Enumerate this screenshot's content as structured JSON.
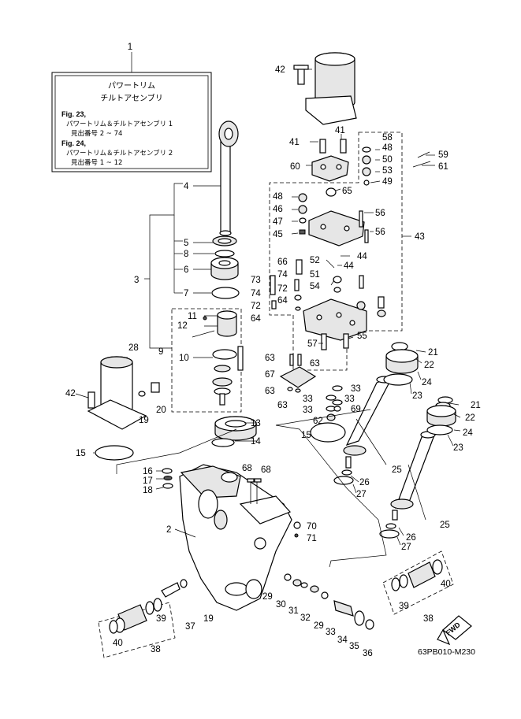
{
  "info_box": {
    "callout": "1",
    "title_line1": "パワートリム",
    "title_line2": "チルトアセンブリ",
    "fig1_ref": "Fig. 23,",
    "fig1_name": "パワートリム＆チルトアセンブリ 1",
    "fig1_range": "見出番号 2 ~ 74",
    "fig2_ref": "Fig. 24,",
    "fig2_name": "パワートリム＆チルトアセンブリ 2",
    "fig2_range": "見出番号 1 ~ 12"
  },
  "direction_badge": "FWD",
  "diagram_code": "63PB010-M230",
  "callouts": {
    "c2": "2",
    "c3": "3",
    "c4": "4",
    "c5": "5",
    "c6": "6",
    "c7": "7",
    "c8": "8",
    "c9": "9",
    "c10": "10",
    "c11": "11",
    "c12": "12",
    "c13": "13",
    "c14": "14",
    "c15a": "15",
    "c15b": "15",
    "c16": "16",
    "c17": "17",
    "c18": "18",
    "c19a": "19",
    "c19b": "19",
    "c20": "20",
    "c21a": "21",
    "c21b": "21",
    "c22a": "22",
    "c22b": "22",
    "c23a": "23",
    "c23b": "23",
    "c24a": "24",
    "c24b": "24",
    "c25a": "25",
    "c25b": "25",
    "c26a": "26",
    "c26b": "26",
    "c27a": "27",
    "c27b": "27",
    "c28": "28",
    "c29a": "29",
    "c29b": "29",
    "c30": "30",
    "c31": "31",
    "c32": "32",
    "c33a": "33",
    "c33b": "33",
    "c33c": "33",
    "c33d": "33",
    "c33e": "33",
    "c34": "34",
    "c35": "35",
    "c36": "36",
    "c37": "37",
    "c38a": "38",
    "c38b": "38",
    "c39a": "39",
    "c39b": "39",
    "c40a": "40",
    "c40b": "40",
    "c41a": "41",
    "c41b": "41",
    "c42a": "42",
    "c42b": "42",
    "c43": "43",
    "c44a": "44",
    "c44b": "44",
    "c45": "45",
    "c46": "46",
    "c47": "47",
    "c48a": "48",
    "c48b": "48",
    "c49": "49",
    "c50": "50",
    "c51": "51",
    "c52": "52",
    "c53": "53",
    "c54": "54",
    "c55": "55",
    "c56a": "56",
    "c56b": "56",
    "c57": "57",
    "c58": "58",
    "c59": "59",
    "c60": "60",
    "c61": "61",
    "c62": "62",
    "c63a": "63",
    "c63b": "63",
    "c63c": "63",
    "c63d": "63",
    "c64a": "64",
    "c64b": "64",
    "c65": "65",
    "c66": "66",
    "c67": "67",
    "c68a": "68",
    "c68b": "68",
    "c69": "69",
    "c70": "70",
    "c71": "71",
    "c72a": "72",
    "c72b": "72",
    "c73": "73",
    "c74a": "74",
    "c74b": "74"
  }
}
